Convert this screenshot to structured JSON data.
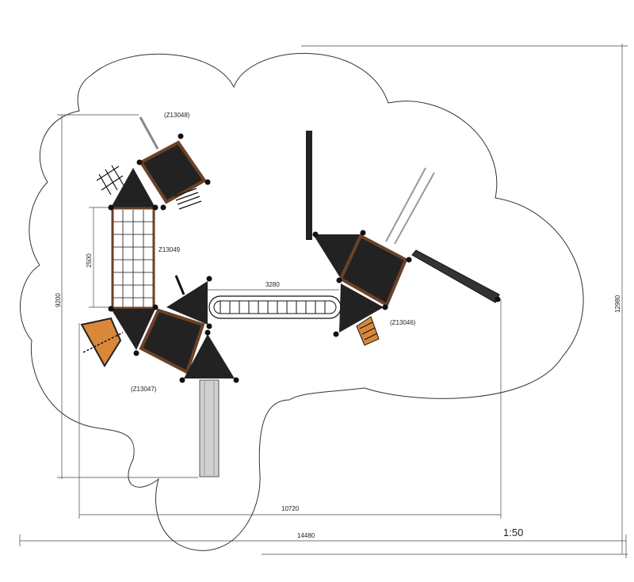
{
  "labels": {
    "z13048": "(Z13048)",
    "z13049": "Z13049",
    "z13047": "(Z13047)",
    "z13046": "(Z13046)"
  },
  "dimensions": {
    "bridge": "3280",
    "tower_span": "2500",
    "height_left": "9200",
    "width_inner": "10720",
    "width_total": "14480",
    "height_total": "12980"
  },
  "scale": "1:50",
  "colors": {
    "roof": "#222222",
    "wood": "#6b4226",
    "outline": "#1a1a1a",
    "slide": "#d0d0d0",
    "plank": "#d9883a"
  }
}
